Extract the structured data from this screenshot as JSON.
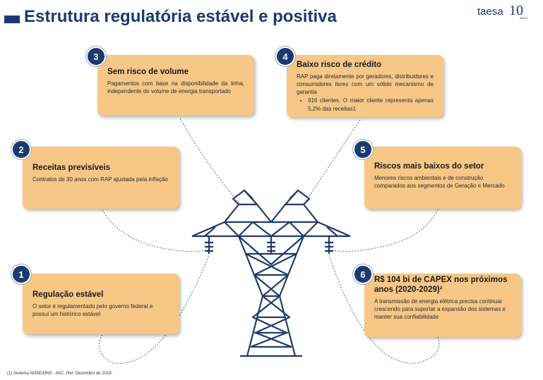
{
  "header": {
    "title": "Estrutura regulatória estável e positiva",
    "logo_text": "taesa",
    "logo_number": "10",
    "logo_sub": "ANOS"
  },
  "cards": [
    {
      "number": "1",
      "title": "Regulação estável",
      "text": "O setor é regulamentado pelo governo federal e possui um histórico estável"
    },
    {
      "number": "2",
      "title": "Receitas previsíveis",
      "text": "Contratos de 30 anos com RAP ajustada pela inflação"
    },
    {
      "number": "3",
      "title": "Sem risco de volume",
      "text": "Pagamentos com base na disponibilidade da linha, independente do volume de energia transportado"
    },
    {
      "number": "4",
      "title": "Baixo risco de crédito",
      "text": "RAP paga diretamente por geradores, distribuidores e consumidores livres com um sólido mecanismo de garantia",
      "bullet": "916 clientes. O maior cliente representa apenas 5,2% das receitas1"
    },
    {
      "number": "5",
      "title": "Riscos mais baixos do setor",
      "text": "Menores riscos ambientais e de construção comparados aos segmentos de Geração e Mercado"
    },
    {
      "number": "6",
      "title": "R$ 104 bi de CAPEX nos próximos anos (2020-2029)²",
      "text": "A transmissão de energia elétrica precisa continuar crescendo para suportar a expansão dos sistemas e manter sua confiabilidade"
    }
  ],
  "footnote": "(1) Sistema AMSE/ONS - AVC. Ref. Dezembro de 2019.",
  "colors": {
    "navy": "#1b3a6f",
    "card": "#f6c786",
    "tower": "#1f3a6e"
  },
  "icons": [
    "transmission-tower-icon"
  ]
}
